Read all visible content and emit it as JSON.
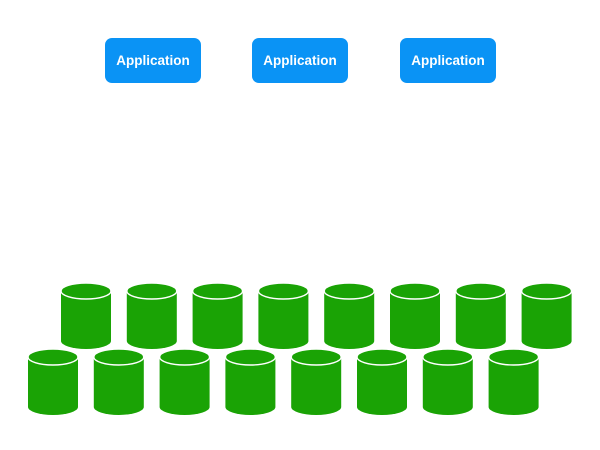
{
  "applications": [
    {
      "label": "Application"
    },
    {
      "label": "Application"
    },
    {
      "label": "Application"
    }
  ],
  "colors": {
    "app_fill": "#0a93f5",
    "app_text": "#ffffff",
    "db_fill": "#1aa305",
    "db_outline": "#ffffff",
    "background": "#ffffff"
  },
  "databases": {
    "icon": "database-cylinder-icon",
    "rows": [
      {
        "count": 8
      },
      {
        "count": 8
      }
    ]
  }
}
